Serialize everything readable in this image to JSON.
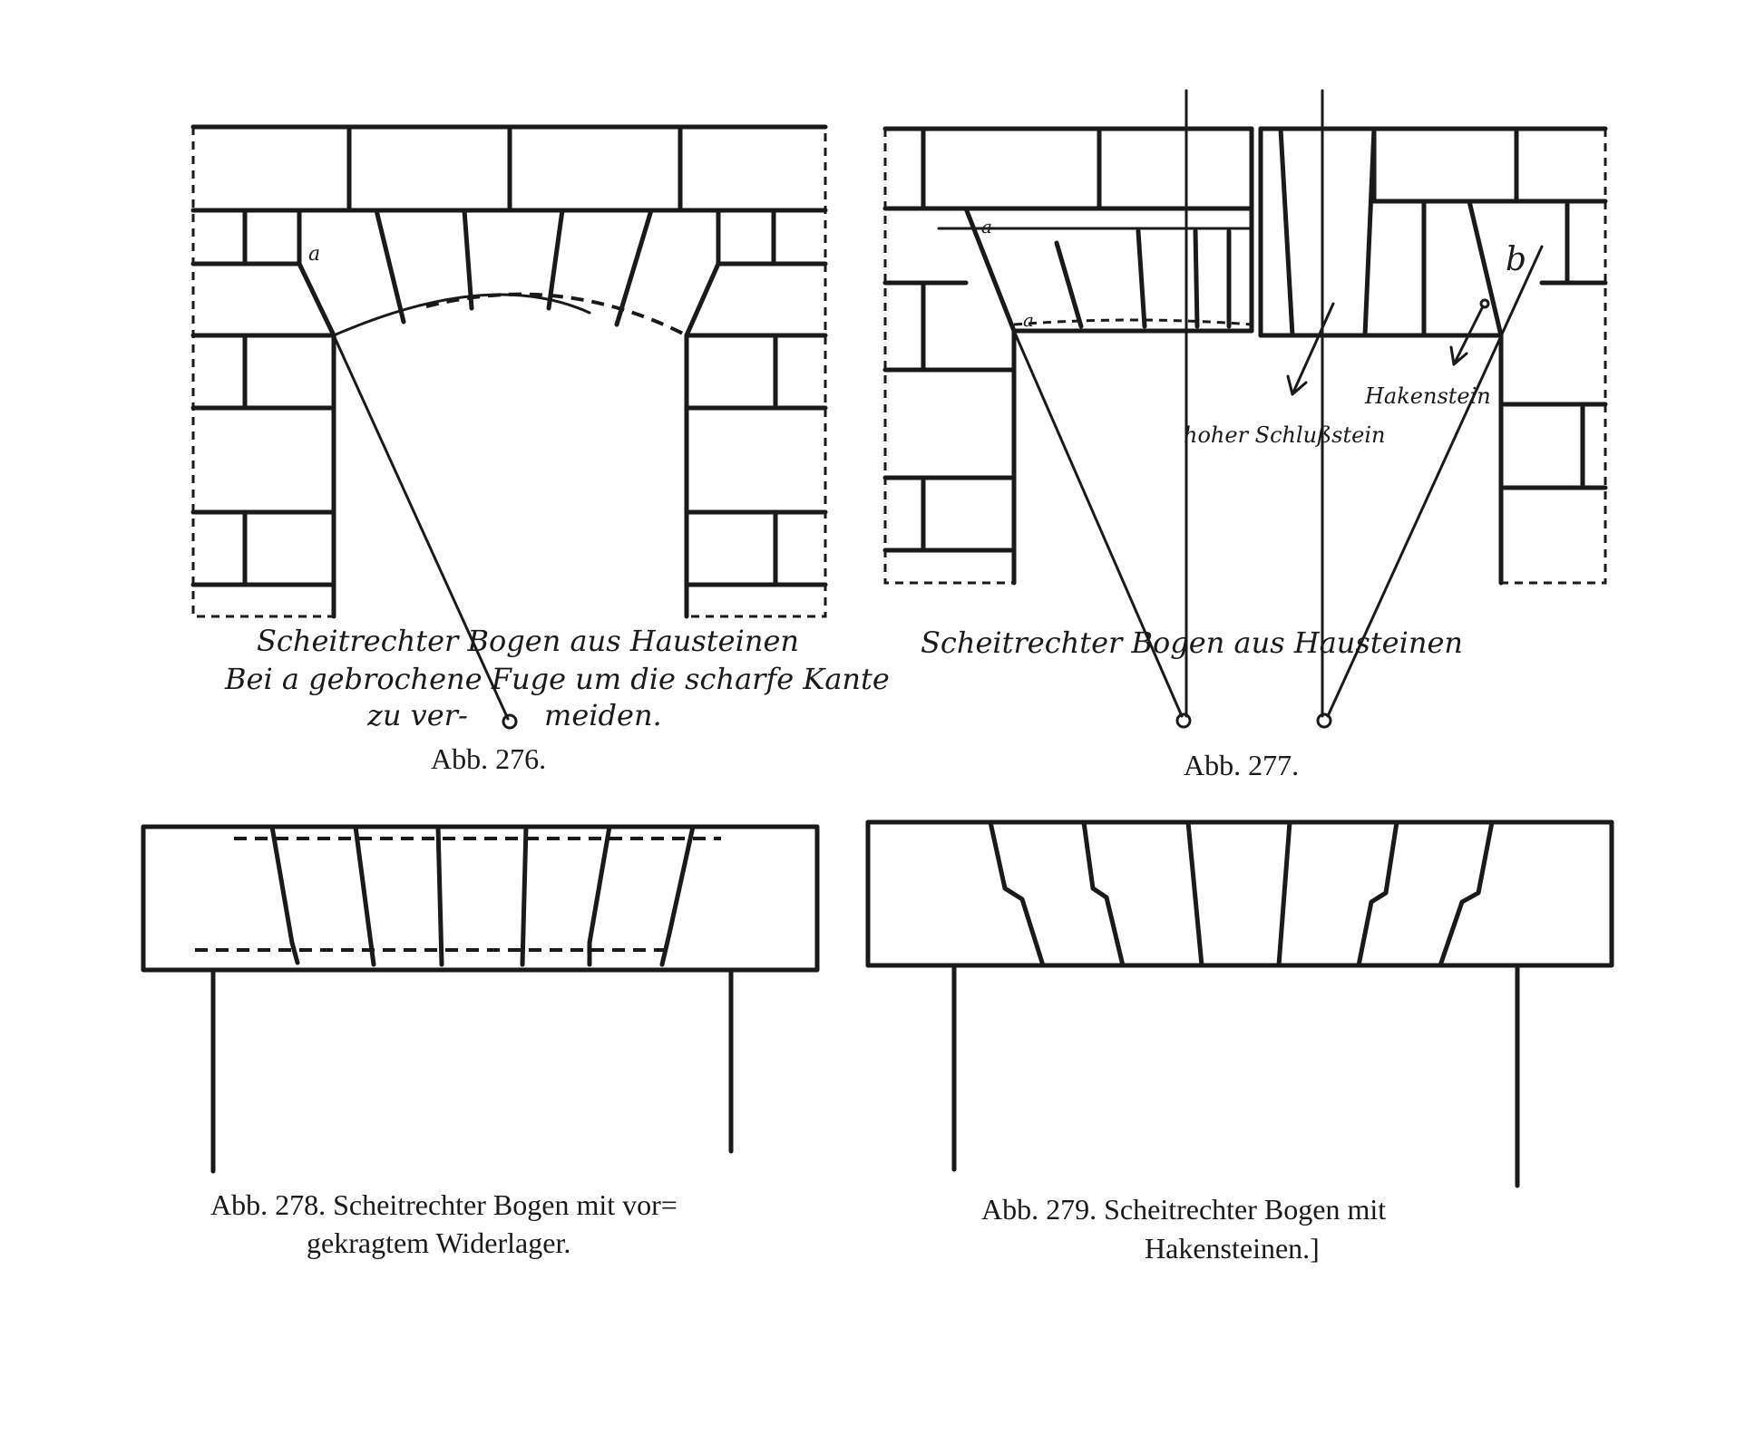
{
  "fig276": {
    "label_a": "a",
    "script_line1": "Scheitrechter Bogen aus Hausteinen",
    "script_line2": "Bei a gebrochene Fuge um die scharfe Kante",
    "script_line3a": "zu ver-",
    "script_line3b": "meiden.",
    "caption": "Abb. 276."
  },
  "fig277": {
    "label_a_top": "a",
    "label_a_low": "a",
    "label_b": "b",
    "label_schlussstein": "hoher Schlußstein",
    "label_hakenstein": "Hakenstein",
    "script_line": "Scheitrechter Bogen aus Hausteinen",
    "caption": "Abb. 277."
  },
  "fig278": {
    "caption_line1": "Abb. 278.  Scheitrechter Bogen mit vor=",
    "caption_line2": "gekragtem Widerlager."
  },
  "fig279": {
    "caption_line1": "Abb. 279.  Scheitrechter Bogen mit",
    "caption_line2": "Hakensteinen.]"
  }
}
